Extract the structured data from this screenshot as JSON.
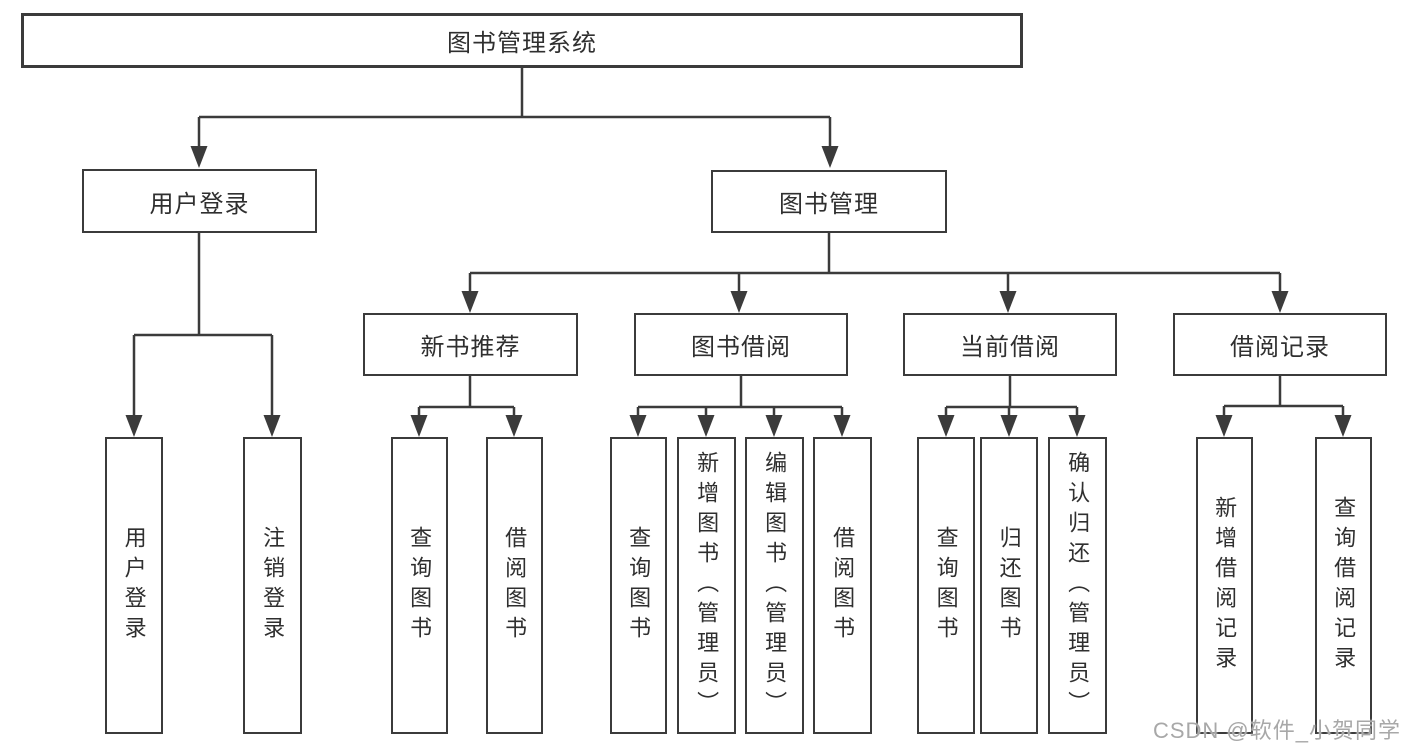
{
  "diagram_title": "图书管理系统",
  "watermark": "CSDN @软件_小贺同学",
  "colors": {
    "line": "#3b3b3b",
    "text": "#2f2f2f",
    "watermark": "#a8a8a8",
    "background": "#ffffff"
  },
  "nodes": {
    "root": {
      "label": "图书管理系统",
      "children": [
        "user_login",
        "book_mgmt"
      ]
    },
    "user_login": {
      "label": "用户登录",
      "children": [
        "login",
        "logout"
      ]
    },
    "book_mgmt": {
      "label": "图书管理",
      "children": [
        "new_book_rec",
        "book_borrow",
        "current_borrow",
        "borrow_records"
      ]
    },
    "new_book_rec": {
      "label": "新书推荐",
      "children": [
        "nb_query",
        "nb_borrow"
      ]
    },
    "book_borrow": {
      "label": "图书借阅",
      "children": [
        "bb_query",
        "bb_add",
        "bb_edit",
        "bb_borrow"
      ]
    },
    "current_borrow": {
      "label": "当前借阅",
      "children": [
        "cb_query",
        "cb_return",
        "cb_confirm"
      ]
    },
    "borrow_records": {
      "label": "借阅记录",
      "children": [
        "br_add",
        "br_query"
      ]
    },
    "login": {
      "label": "用户登录"
    },
    "logout": {
      "label": "注销登录"
    },
    "nb_query": {
      "label": "查询图书"
    },
    "nb_borrow": {
      "label": "借阅图书"
    },
    "bb_query": {
      "label": "查询图书"
    },
    "bb_add": {
      "label": "新增图书（管理员）"
    },
    "bb_edit": {
      "label": "编辑图书（管理员）"
    },
    "bb_borrow": {
      "label": "借阅图书"
    },
    "cb_query": {
      "label": "查询图书"
    },
    "cb_return": {
      "label": "归还图书"
    },
    "cb_confirm": {
      "label": "确认归还（管理员）"
    },
    "br_add": {
      "label": "新增借阅记录"
    },
    "br_query": {
      "label": "查询借阅记录"
    }
  }
}
